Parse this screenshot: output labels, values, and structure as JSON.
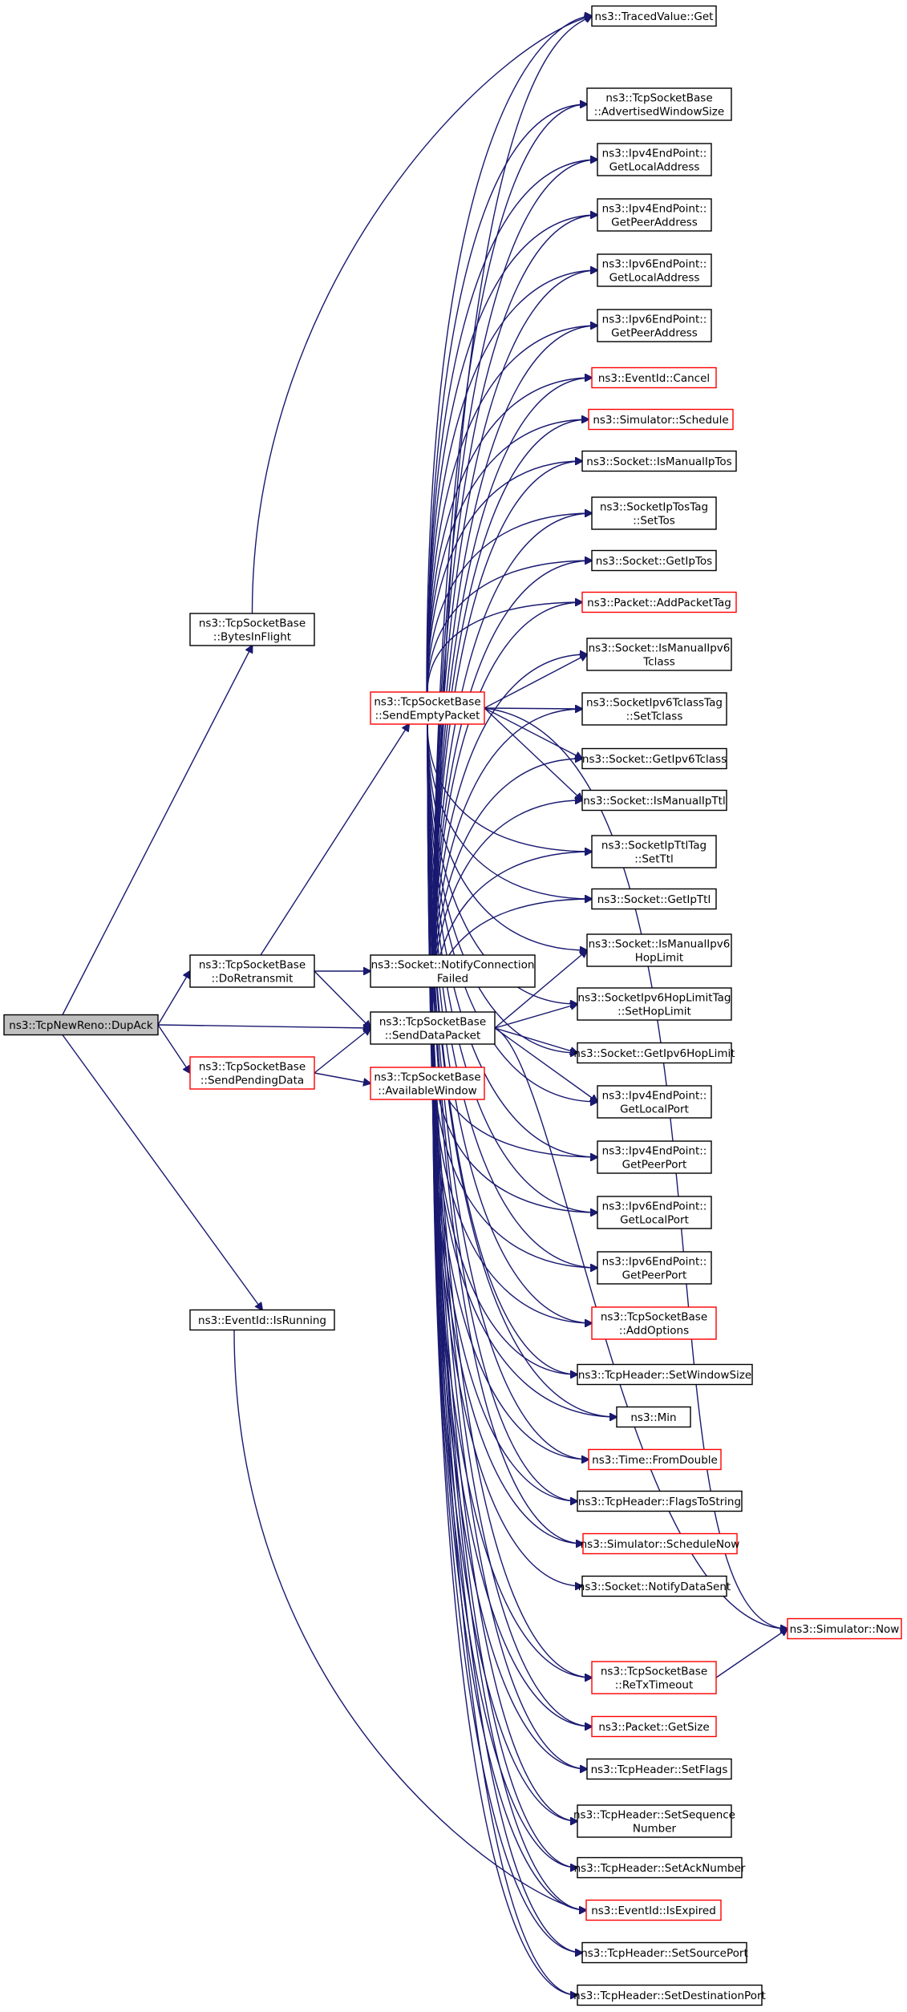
{
  "colors": {
    "edge": "#191970",
    "node_border": "#000000",
    "node_border_incomplete": "#ff0000",
    "root_fill": "#bfbfbf",
    "node_fill": "#ffffff"
  },
  "nodes": {
    "root": {
      "lines": [
        "ns3::TcpNewReno::DupAck"
      ]
    },
    "bytesinflight": {
      "lines": [
        "ns3::TcpSocketBase",
        "::BytesInFlight"
      ]
    },
    "doretransmit": {
      "lines": [
        "ns3::TcpSocketBase",
        "::DoRetransmit"
      ]
    },
    "sendpending": {
      "lines": [
        "ns3::TcpSocketBase",
        "::SendPendingData"
      ]
    },
    "isrunning": {
      "lines": [
        "ns3::EventId::IsRunning"
      ]
    },
    "sendempty": {
      "lines": [
        "ns3::TcpSocketBase",
        "::SendEmptyPacket"
      ]
    },
    "notifyconnfailed": {
      "lines": [
        "ns3::Socket::NotifyConnection",
        "Failed"
      ]
    },
    "senddata": {
      "lines": [
        "ns3::TcpSocketBase",
        "::SendDataPacket"
      ]
    },
    "availwindow": {
      "lines": [
        "ns3::TcpSocketBase",
        "::AvailableWindow"
      ]
    },
    "tracedget": {
      "lines": [
        "ns3::TracedValue::Get"
      ]
    },
    "advwin": {
      "lines": [
        "ns3::TcpSocketBase",
        "::AdvertisedWindowSize"
      ]
    },
    "ipv4localaddr": {
      "lines": [
        "ns3::Ipv4EndPoint::",
        "GetLocalAddress"
      ]
    },
    "ipv4peeraddr": {
      "lines": [
        "ns3::Ipv4EndPoint::",
        "GetPeerAddress"
      ]
    },
    "ipv6localaddr": {
      "lines": [
        "ns3::Ipv6EndPoint::",
        "GetLocalAddress"
      ]
    },
    "ipv6peeraddr": {
      "lines": [
        "ns3::Ipv6EndPoint::",
        "GetPeerAddress"
      ]
    },
    "cancel": {
      "lines": [
        "ns3::EventId::Cancel"
      ]
    },
    "schedule": {
      "lines": [
        "ns3::Simulator::Schedule"
      ]
    },
    "ismanualiptos": {
      "lines": [
        "ns3::Socket::IsManualIpTos"
      ]
    },
    "settos": {
      "lines": [
        "ns3::SocketIpTosTag",
        "::SetTos"
      ]
    },
    "getiptos": {
      "lines": [
        "ns3::Socket::GetIpTos"
      ]
    },
    "addpackettag": {
      "lines": [
        "ns3::Packet::AddPacketTag"
      ]
    },
    "ismanualipv6tclass": {
      "lines": [
        "ns3::Socket::IsManualIpv6",
        "Tclass"
      ]
    },
    "settclass": {
      "lines": [
        "ns3::SocketIpv6TclassTag",
        "::SetTclass"
      ]
    },
    "getipv6tclass": {
      "lines": [
        "ns3::Socket::GetIpv6Tclass"
      ]
    },
    "ismanualipttl": {
      "lines": [
        "ns3::Socket::IsManualIpTtl"
      ]
    },
    "setttl": {
      "lines": [
        "ns3::SocketIpTtlTag",
        "::SetTtl"
      ]
    },
    "getipttl": {
      "lines": [
        "ns3::Socket::GetIpTtl"
      ]
    },
    "ismanualipv6hop": {
      "lines": [
        "ns3::Socket::IsManualIpv6",
        "HopLimit"
      ]
    },
    "sethoplimit": {
      "lines": [
        "ns3::SocketIpv6HopLimitTag",
        "::SetHopLimit"
      ]
    },
    "getipv6hop": {
      "lines": [
        "ns3::Socket::GetIpv6HopLimit"
      ]
    },
    "ipv4localport": {
      "lines": [
        "ns3::Ipv4EndPoint::",
        "GetLocalPort"
      ]
    },
    "ipv4peerport": {
      "lines": [
        "ns3::Ipv4EndPoint::",
        "GetPeerPort"
      ]
    },
    "ipv6localport": {
      "lines": [
        "ns3::Ipv6EndPoint::",
        "GetLocalPort"
      ]
    },
    "ipv6peerport": {
      "lines": [
        "ns3::Ipv6EndPoint::",
        "GetPeerPort"
      ]
    },
    "addoptions": {
      "lines": [
        "ns3::TcpSocketBase",
        "::AddOptions"
      ]
    },
    "setwindowsize": {
      "lines": [
        "ns3::TcpHeader::SetWindowSize"
      ]
    },
    "min": {
      "lines": [
        "ns3::Min"
      ]
    },
    "fromdouble": {
      "lines": [
        "ns3::Time::FromDouble"
      ]
    },
    "flagstostring": {
      "lines": [
        "ns3::TcpHeader::FlagsToString"
      ]
    },
    "schedulenow": {
      "lines": [
        "ns3::Simulator::ScheduleNow"
      ]
    },
    "notifydatasent": {
      "lines": [
        "ns3::Socket::NotifyDataSent"
      ]
    },
    "now": {
      "lines": [
        "ns3::Simulator::Now"
      ]
    },
    "retxtimeout": {
      "lines": [
        "ns3::TcpSocketBase",
        "::ReTxTimeout"
      ]
    },
    "getsize": {
      "lines": [
        "ns3::Packet::GetSize"
      ]
    },
    "setflags": {
      "lines": [
        "ns3::TcpHeader::SetFlags"
      ]
    },
    "setseq": {
      "lines": [
        "ns3::TcpHeader::SetSequence",
        "Number"
      ]
    },
    "setack": {
      "lines": [
        "ns3::TcpHeader::SetAckNumber"
      ]
    },
    "isexpired": {
      "lines": [
        "ns3::EventId::IsExpired"
      ]
    },
    "setsrcport": {
      "lines": [
        "ns3::TcpHeader::SetSourcePort"
      ]
    },
    "setdstport": {
      "lines": [
        "ns3::TcpHeader::SetDestinationPort"
      ]
    }
  }
}
